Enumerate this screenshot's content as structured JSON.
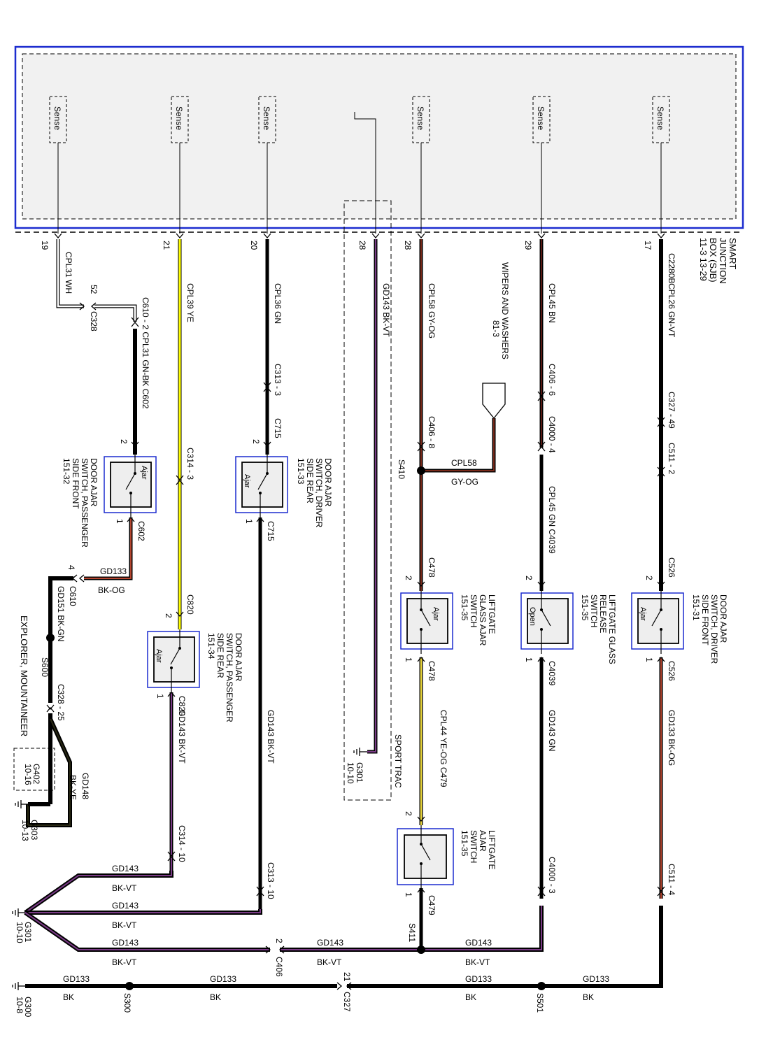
{
  "module": {
    "name_lines": [
      "SMART",
      "JUNCTION",
      "BOX (SJB)",
      "11-3    13-29"
    ],
    "connector": "C2280B",
    "sense_label": "Sense",
    "pins": [
      {
        "id": "p19",
        "pin": "19"
      },
      {
        "id": "p21",
        "pin": "21"
      },
      {
        "id": "p20",
        "pin": "20"
      },
      {
        "id": "p28a",
        "pin": "28"
      },
      {
        "id": "p28b",
        "pin": "28"
      },
      {
        "id": "p29",
        "pin": "29"
      },
      {
        "id": "p17",
        "pin": "17"
      }
    ]
  },
  "wire_colors": {
    "WH": "#ffffff",
    "YE": "#ffff00",
    "GN": "#000000",
    "BK-VT": "#7a3b86",
    "GY-OG": "#7a2a1a",
    "BN": "#5a1a14",
    "GN-VT": "#000000",
    "BK-OG": "#b5452f",
    "YE-OG": "#e8d43a",
    "BK": "#000000",
    "BK-GN": "#000000",
    "GN-BK": "#000000",
    "BK-YE": "#2a2a14",
    "module_border": "#1c2ccf"
  },
  "circuit_labels": [
    {
      "id": "w17",
      "text": "CPL26   GN-VT"
    },
    {
      "id": "w29",
      "text": "CPL45   BN"
    },
    {
      "id": "w28b",
      "text": "CPL58   GY-OG"
    },
    {
      "id": "w28a",
      "text": "GD143   BK-VT"
    },
    {
      "id": "w20",
      "text": "CPL36   GN"
    },
    {
      "id": "w21",
      "text": "CPL39   YE"
    },
    {
      "id": "w19",
      "text": "CPL31  WH"
    },
    {
      "id": "w19b",
      "text": "C610 - 2  CPL31  GN-BK   C602"
    },
    {
      "id": "w17b",
      "text": "GD133   BK-OG"
    },
    {
      "id": "w29b",
      "text": "GD143   GN"
    },
    {
      "id": "w28c",
      "text": "CPL44   YE-OG   C479"
    },
    {
      "id": "w20b",
      "text": "GD143   BK-VT"
    },
    {
      "id": "w21b",
      "text": "GD143   BK-VT"
    },
    {
      "id": "w29c",
      "text": "CPL45   GN  C4039"
    }
  ],
  "connector_labels": [
    {
      "id": "c327_49",
      "text": "C327 - 49"
    },
    {
      "id": "c511_2",
      "text": "C511 - 2"
    },
    {
      "id": "c526_top",
      "text": "C526"
    },
    {
      "id": "c526_bot",
      "text": "C526"
    },
    {
      "id": "c511_4",
      "text": "C511 - 4"
    },
    {
      "id": "c406_6",
      "text": "C406 - 6"
    },
    {
      "id": "c4000_4",
      "text": "C4000 - 4"
    },
    {
      "id": "c4039_bot",
      "text": "C4039"
    },
    {
      "id": "c4000_3",
      "text": "C4000 - 3"
    },
    {
      "id": "c406_8",
      "text": "C406 - 8"
    },
    {
      "id": "c478_top",
      "text": "C478"
    },
    {
      "id": "c478_bot",
      "text": "C478"
    },
    {
      "id": "c479_bot",
      "text": "C479"
    },
    {
      "id": "c313_3",
      "text": "C313 - 3"
    },
    {
      "id": "c715_top",
      "text": "C715"
    },
    {
      "id": "c715_bot",
      "text": "C715"
    },
    {
      "id": "c313_10",
      "text": "C313 - 10"
    },
    {
      "id": "c314_3",
      "text": "C314 - 3"
    },
    {
      "id": "c820_top",
      "text": "C820"
    },
    {
      "id": "c820_bot",
      "text": "C820"
    },
    {
      "id": "c314_10",
      "text": "C314 - 10"
    },
    {
      "id": "c328_52",
      "text": "C328"
    },
    {
      "id": "c328_52n",
      "text": "52"
    },
    {
      "id": "c602_bot",
      "text": "C602"
    },
    {
      "id": "c610",
      "text": "C610"
    },
    {
      "id": "c328_25",
      "text": "C328 - 25"
    },
    {
      "id": "c406_2",
      "text": "C406"
    },
    {
      "id": "c406_2n",
      "text": "2"
    },
    {
      "id": "c327_21",
      "text": "C327"
    },
    {
      "id": "c327_21n",
      "text": "21"
    }
  ],
  "splices": [
    {
      "id": "s410",
      "text": "S410"
    },
    {
      "id": "s411",
      "text": "S411"
    },
    {
      "id": "s501",
      "text": "S501"
    },
    {
      "id": "s300",
      "text": "S300"
    },
    {
      "id": "s600",
      "text": "S600"
    }
  ],
  "components": [
    {
      "id": "sw1",
      "switch_text": "Ajar",
      "lines": [
        "DOOR AJAR",
        "SWITCH, DRIVER",
        "SIDE FRONT",
        "151-31"
      ]
    },
    {
      "id": "sw2",
      "switch_text": "Open",
      "lines": [
        "LIFTGATE GLASS",
        "RELEASE",
        "SWITCH",
        "151-35"
      ]
    },
    {
      "id": "sw3",
      "switch_text": "Ajar",
      "lines": [
        "LIFTGATE",
        "GLASS AJAR",
        "SWITCH",
        "151-35"
      ]
    },
    {
      "id": "sw4",
      "switch_text": "",
      "lines": [
        "LIFTGATE",
        "AJAR",
        "SWITCH",
        "151-35"
      ]
    },
    {
      "id": "sw5",
      "switch_text": "Ajar",
      "lines": [
        "DOOR AJAR",
        "SWITCH, DRIVER",
        "SIDE REAR",
        "151-33"
      ]
    },
    {
      "id": "sw6",
      "switch_text": "Ajar",
      "lines": [
        "DOOR AJAR",
        "SWITCH, PASSENGER",
        "SIDE REAR",
        "151-34"
      ]
    },
    {
      "id": "sw7",
      "switch_text": "Ajar",
      "lines": [
        "DOOR AJAR",
        "SWITCH, PASSENGER",
        "SIDE FRONT",
        "151-32"
      ]
    }
  ],
  "other_labels": {
    "wipers": [
      "WIPERS AND WASHERS",
      "81-3"
    ],
    "cpl58": "CPL58",
    "gyog": "GY-OG",
    "sport_trac": "SPORT TRAC",
    "g301_box": [
      "G301",
      "10-10"
    ],
    "gd151": "GD151   BK-GN",
    "gd133_bkog": "GD133",
    "bkog": "BK-OG",
    "gd148": "GD148",
    "bkye": "BK-YE",
    "g402": [
      "G402",
      "10-16"
    ],
    "g303": [
      "G303",
      "10-13"
    ],
    "explorer": "EXPLORER, MOUNTAINEER",
    "g301": [
      "G301",
      "10-10"
    ],
    "g300": [
      "G300",
      "10-8"
    ]
  },
  "bottom_buses": [
    {
      "id": "b1",
      "top": "GD143",
      "bottom": "BK-VT"
    },
    {
      "id": "b2",
      "top": "GD143",
      "bottom": "BK-VT"
    },
    {
      "id": "b3",
      "top": "GD143",
      "bottom": "BK-VT"
    },
    {
      "id": "b4",
      "top": "GD143",
      "bottom": "BK-VT"
    },
    {
      "id": "b5",
      "top": "GD143",
      "bottom": "BK-VT"
    },
    {
      "id": "b6",
      "top": "GD133",
      "bottom": "BK"
    },
    {
      "id": "b7",
      "top": "GD133",
      "bottom": "BK"
    },
    {
      "id": "b8",
      "top": "GD133",
      "bottom": "BK"
    },
    {
      "id": "b9",
      "top": "GD133",
      "bottom": "BK"
    }
  ],
  "pin_numbers": {
    "sw1_top": "2",
    "sw1_bot": "1",
    "sw2_top": "2",
    "sw2_bot": "1",
    "sw3_top": "2",
    "sw3_bot": "1",
    "sw4_top": "2",
    "sw4_bot": "1",
    "sw5_top": "2",
    "sw5_bot": "1",
    "sw6_top": "2",
    "sw6_bot": "1",
    "sw7_top": "2",
    "sw7_bot": "1",
    "c610_pin": "4"
  }
}
